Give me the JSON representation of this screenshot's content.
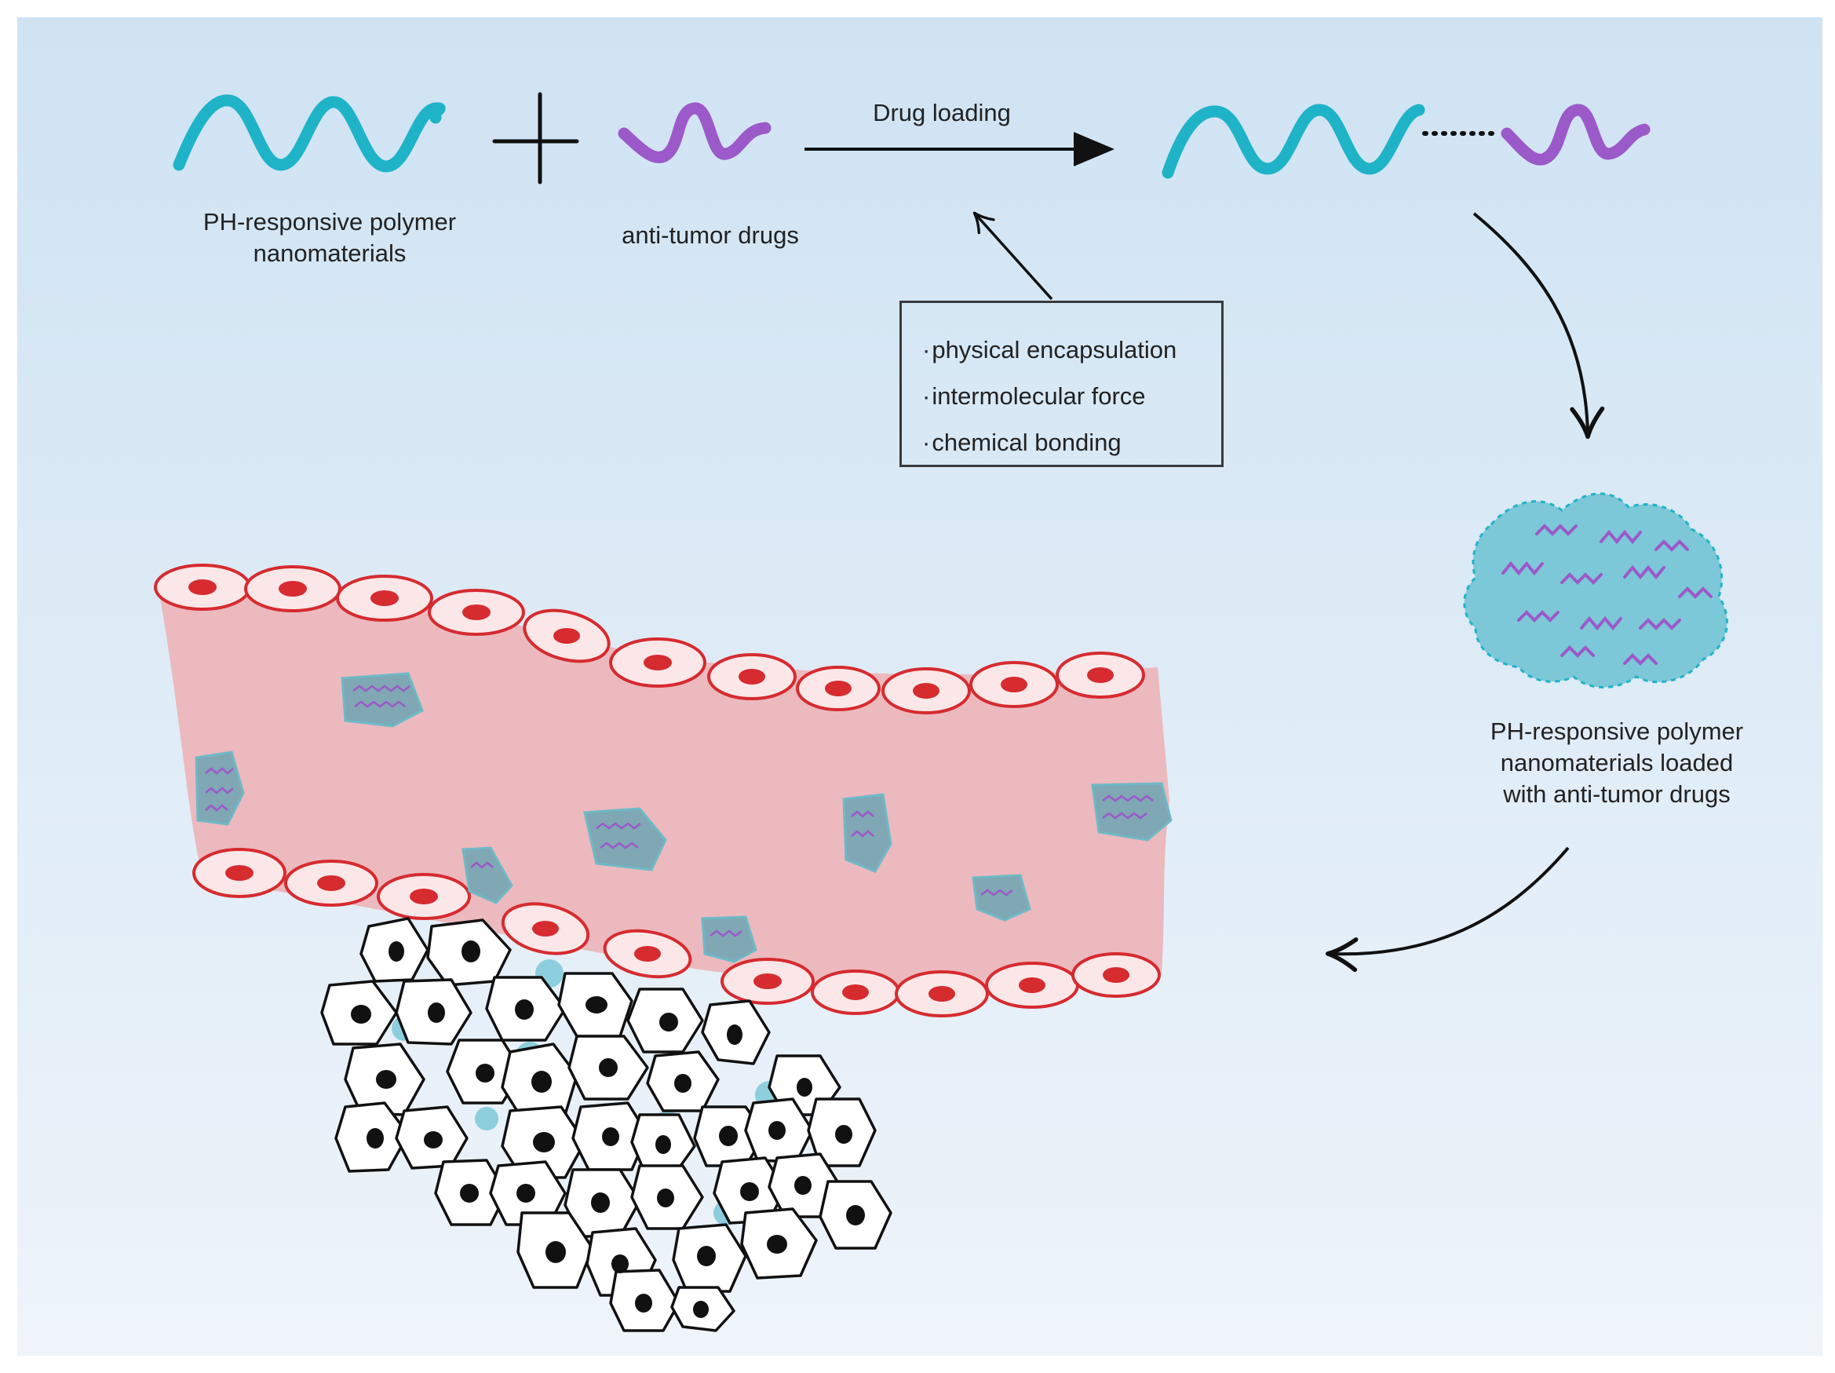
{
  "labels": {
    "polymer": [
      "PH-responsive polymer",
      "nanomaterials"
    ],
    "drug": "anti-tumor drugs",
    "drug_loading": "Drug loading",
    "loaded": [
      "PH-responsive polymer",
      "nanomaterials loaded",
      "with anti-tumor drugs"
    ]
  },
  "mechanisms": [
    "physical encapsulation",
    "intermolecular force",
    "chemical bonding"
  ],
  "colors": {
    "background_top": "#cfe3f3",
    "background_bottom": "#eef4fa",
    "polymer": "#1fb3c8",
    "drug": "#9b59c9",
    "vessel_fill": "#ebb9be",
    "vessel_cell": "#d62b2f",
    "nanoparticle": "#7cc8d8",
    "tumor_cell": "#111111"
  },
  "icons": [
    "plus-icon",
    "arrow-right-icon",
    "curved-arrow-icon",
    "wave-polymer-icon",
    "wave-drug-icon"
  ]
}
